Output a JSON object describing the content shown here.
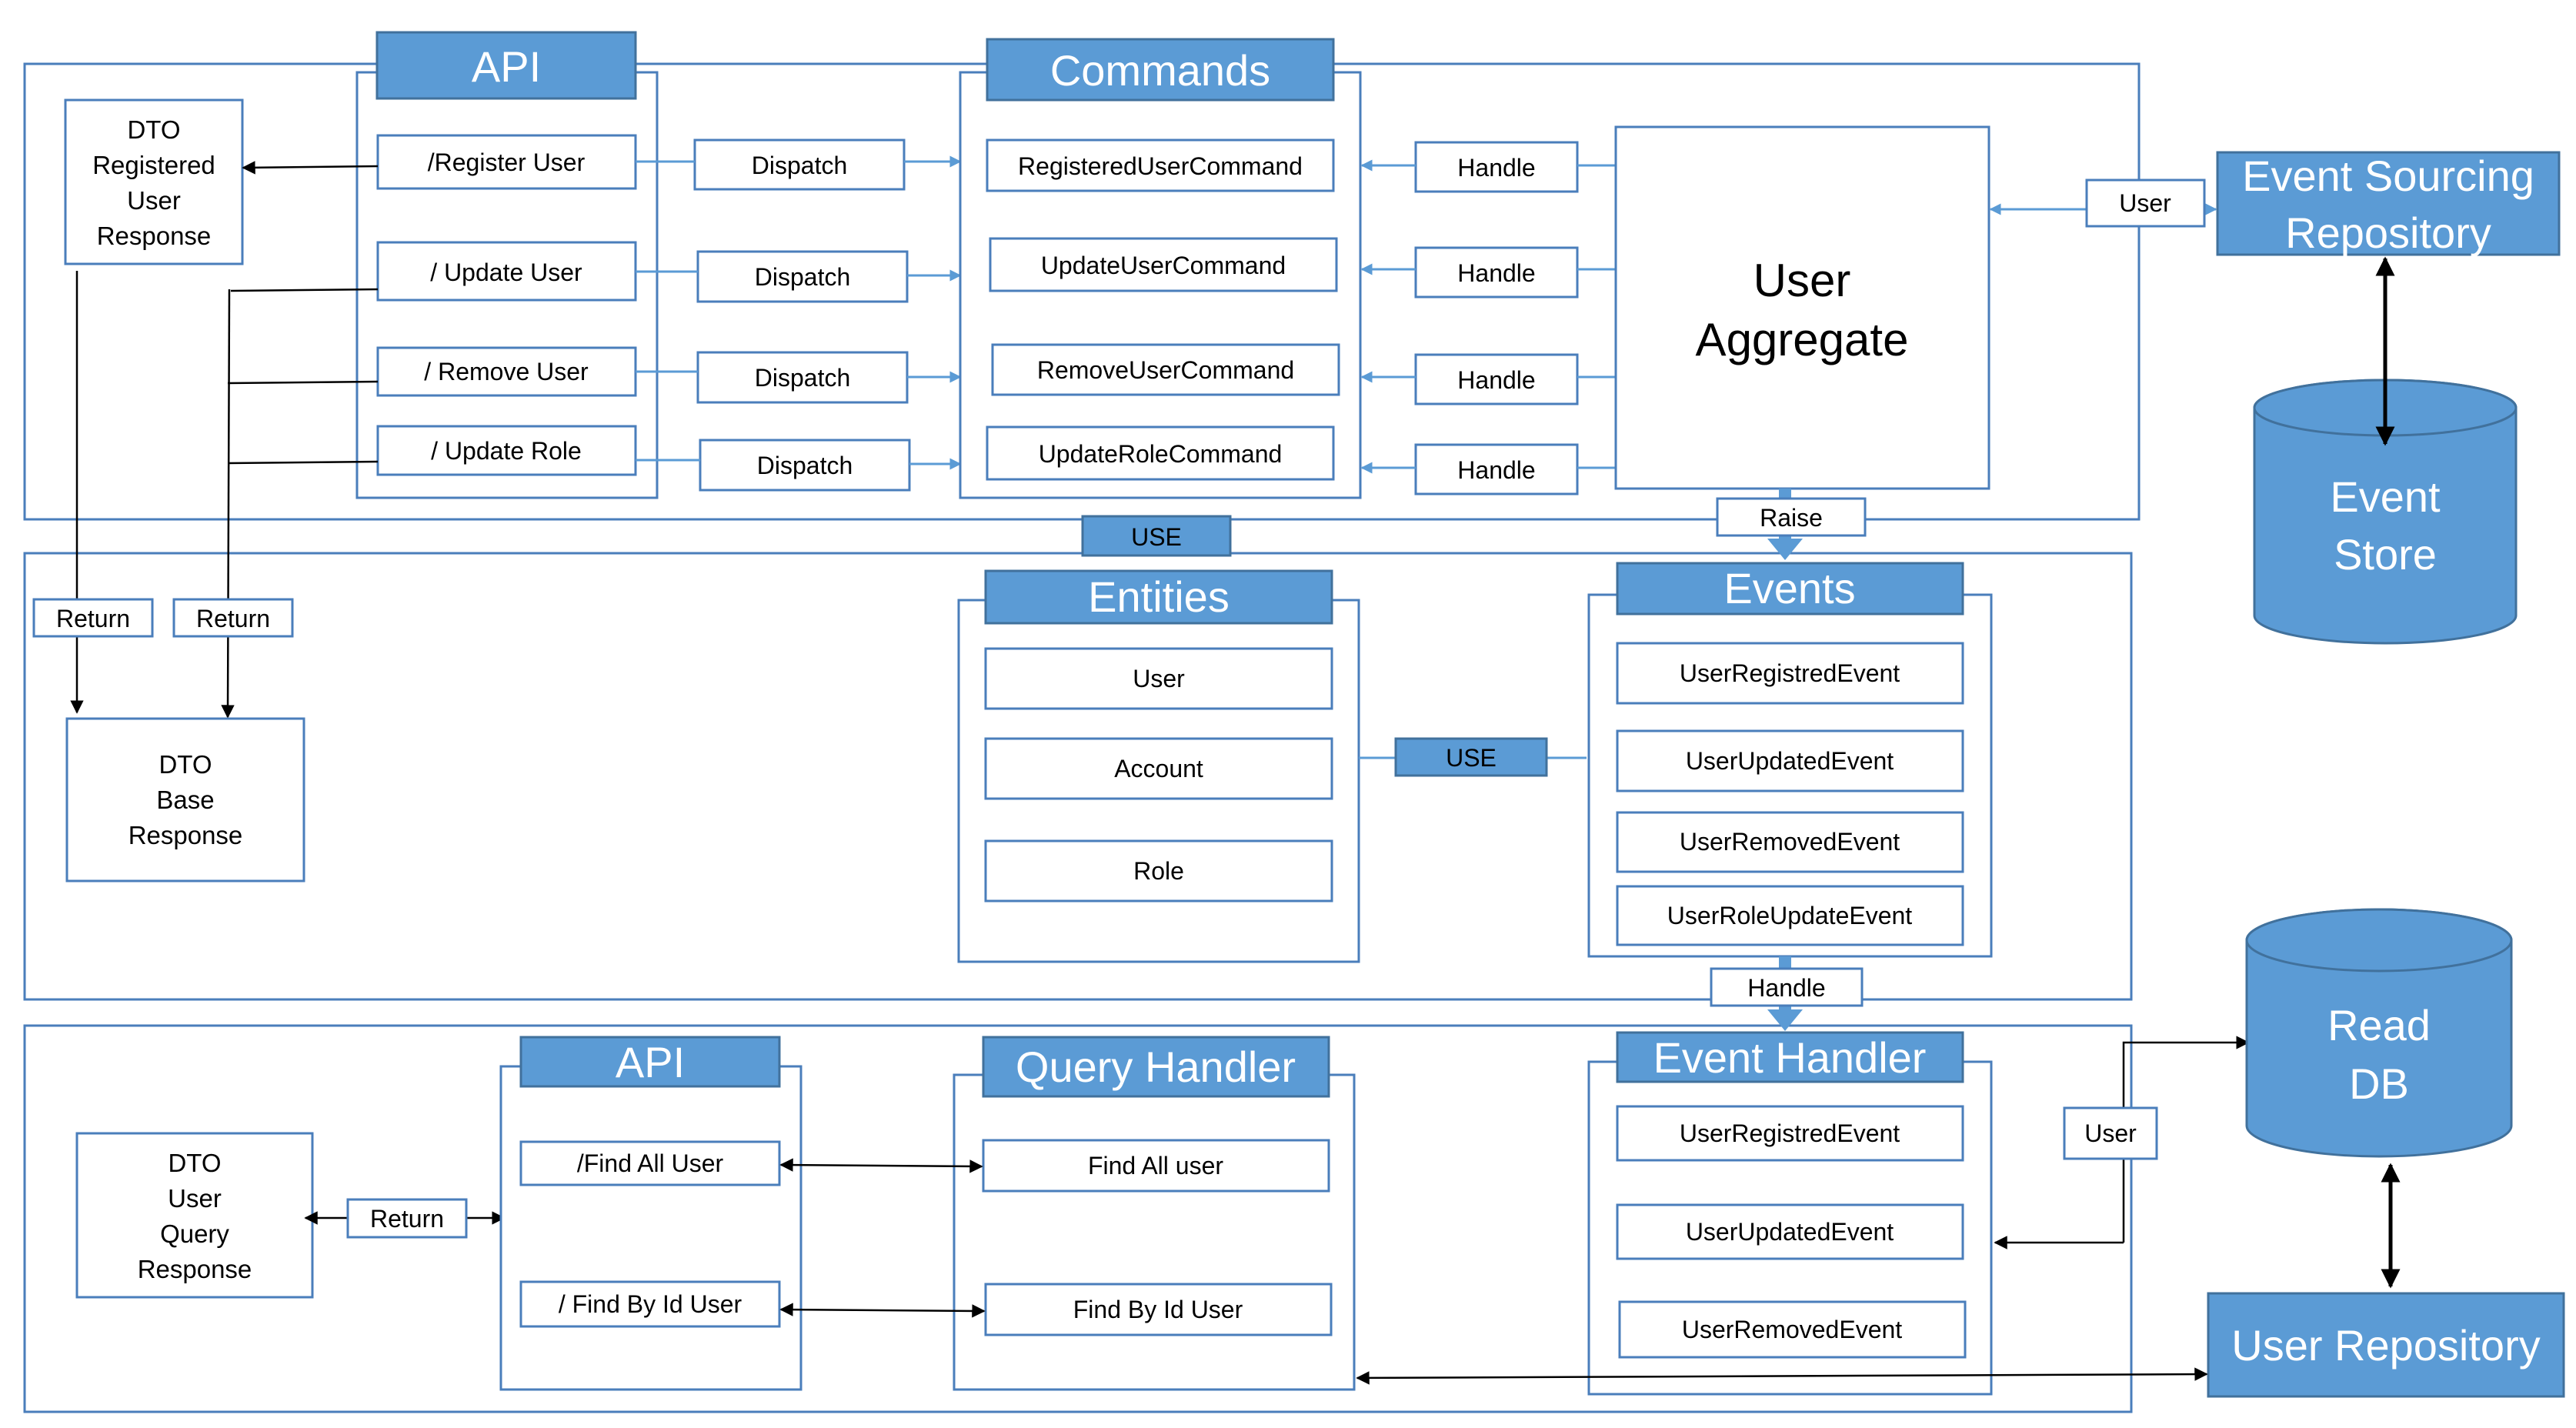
{
  "command_section": {
    "api": {
      "title": "API",
      "items": [
        "/Register User",
        "/ Update User",
        "/ Remove User",
        "/ Update Role"
      ]
    },
    "dispatch_label": "Dispatch",
    "commands": {
      "title": "Commands",
      "items": [
        "RegisteredUserCommand",
        "UpdateUserCommand",
        "RemoveUserCommand",
        "UpdateRoleCommand"
      ]
    },
    "handle_label": "Handle",
    "aggregate": [
      "User",
      "Aggregate"
    ],
    "dto_registered": [
      "DTO",
      "Registered",
      "User",
      "Response"
    ]
  },
  "event_sourcing": {
    "user_label": "User",
    "repository": [
      "Event Sourcing",
      "Repository"
    ],
    "store": [
      "Event",
      "Store"
    ]
  },
  "connectors": {
    "use_top": "USE",
    "raise": "Raise",
    "use_mid": "USE",
    "handle_mid": "Handle",
    "return_left": "Return",
    "return_right": "Return"
  },
  "domain_section": {
    "entities": {
      "title": "Entities",
      "items": [
        "User",
        "Account",
        "Role"
      ]
    },
    "events": {
      "title": "Events",
      "items": [
        "UserRegistredEvent",
        "UserUpdatedEvent",
        "UserRemovedEvent",
        "UserRoleUpdateEvent"
      ]
    },
    "dto_base": [
      "DTO",
      "Base",
      "Response"
    ]
  },
  "query_section": {
    "api": {
      "title": "API",
      "items": [
        "/Find All User",
        "/ Find By Id User"
      ]
    },
    "query_handler": {
      "title": "Query Handler",
      "items": [
        "Find All user",
        "Find By Id User"
      ]
    },
    "event_handler": {
      "title": "Event Handler",
      "items": [
        "UserRegistredEvent",
        "UserUpdatedEvent",
        "UserRemovedEvent"
      ]
    },
    "dto_query": [
      "DTO",
      "User",
      "Query",
      "Response"
    ],
    "return_label": "Return",
    "user_label": "User"
  },
  "read_side": {
    "read_db": [
      "Read",
      "DB"
    ],
    "user_repository": "User Repository"
  }
}
